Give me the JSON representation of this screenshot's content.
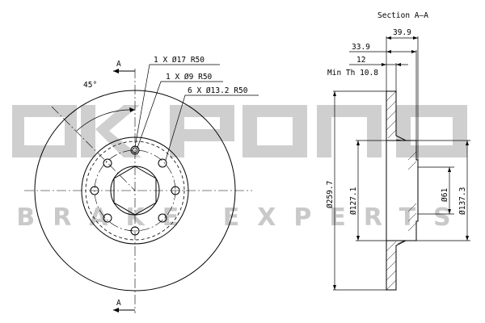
{
  "watermark": {
    "logo": "akpono",
    "tagline": "BRAKE EXPERTS"
  },
  "front_view": {
    "section_marker_top": "A",
    "section_marker_bottom": "A",
    "angle": "45°",
    "callouts": [
      {
        "qty": "1",
        "dia": "Ø17",
        "r": "R50"
      },
      {
        "qty": "1",
        "dia": "Ø9",
        "r": "R50"
      },
      {
        "qty": "6",
        "dia": "Ø13.2",
        "r": "R50"
      }
    ]
  },
  "section_view": {
    "title": "Section A–A",
    "dim_total_height": "39.9",
    "dim_hat_height": "33.9",
    "dim_thickness": "12",
    "min_thickness_label": "Min Th",
    "min_thickness_value": "10.8",
    "dim_outer_diameter": "Ø259.7",
    "dim_hat_diameter": "Ø127.1",
    "dim_centre_bore": "Ø61",
    "dim_flange_diameter": "Ø137.3"
  }
}
